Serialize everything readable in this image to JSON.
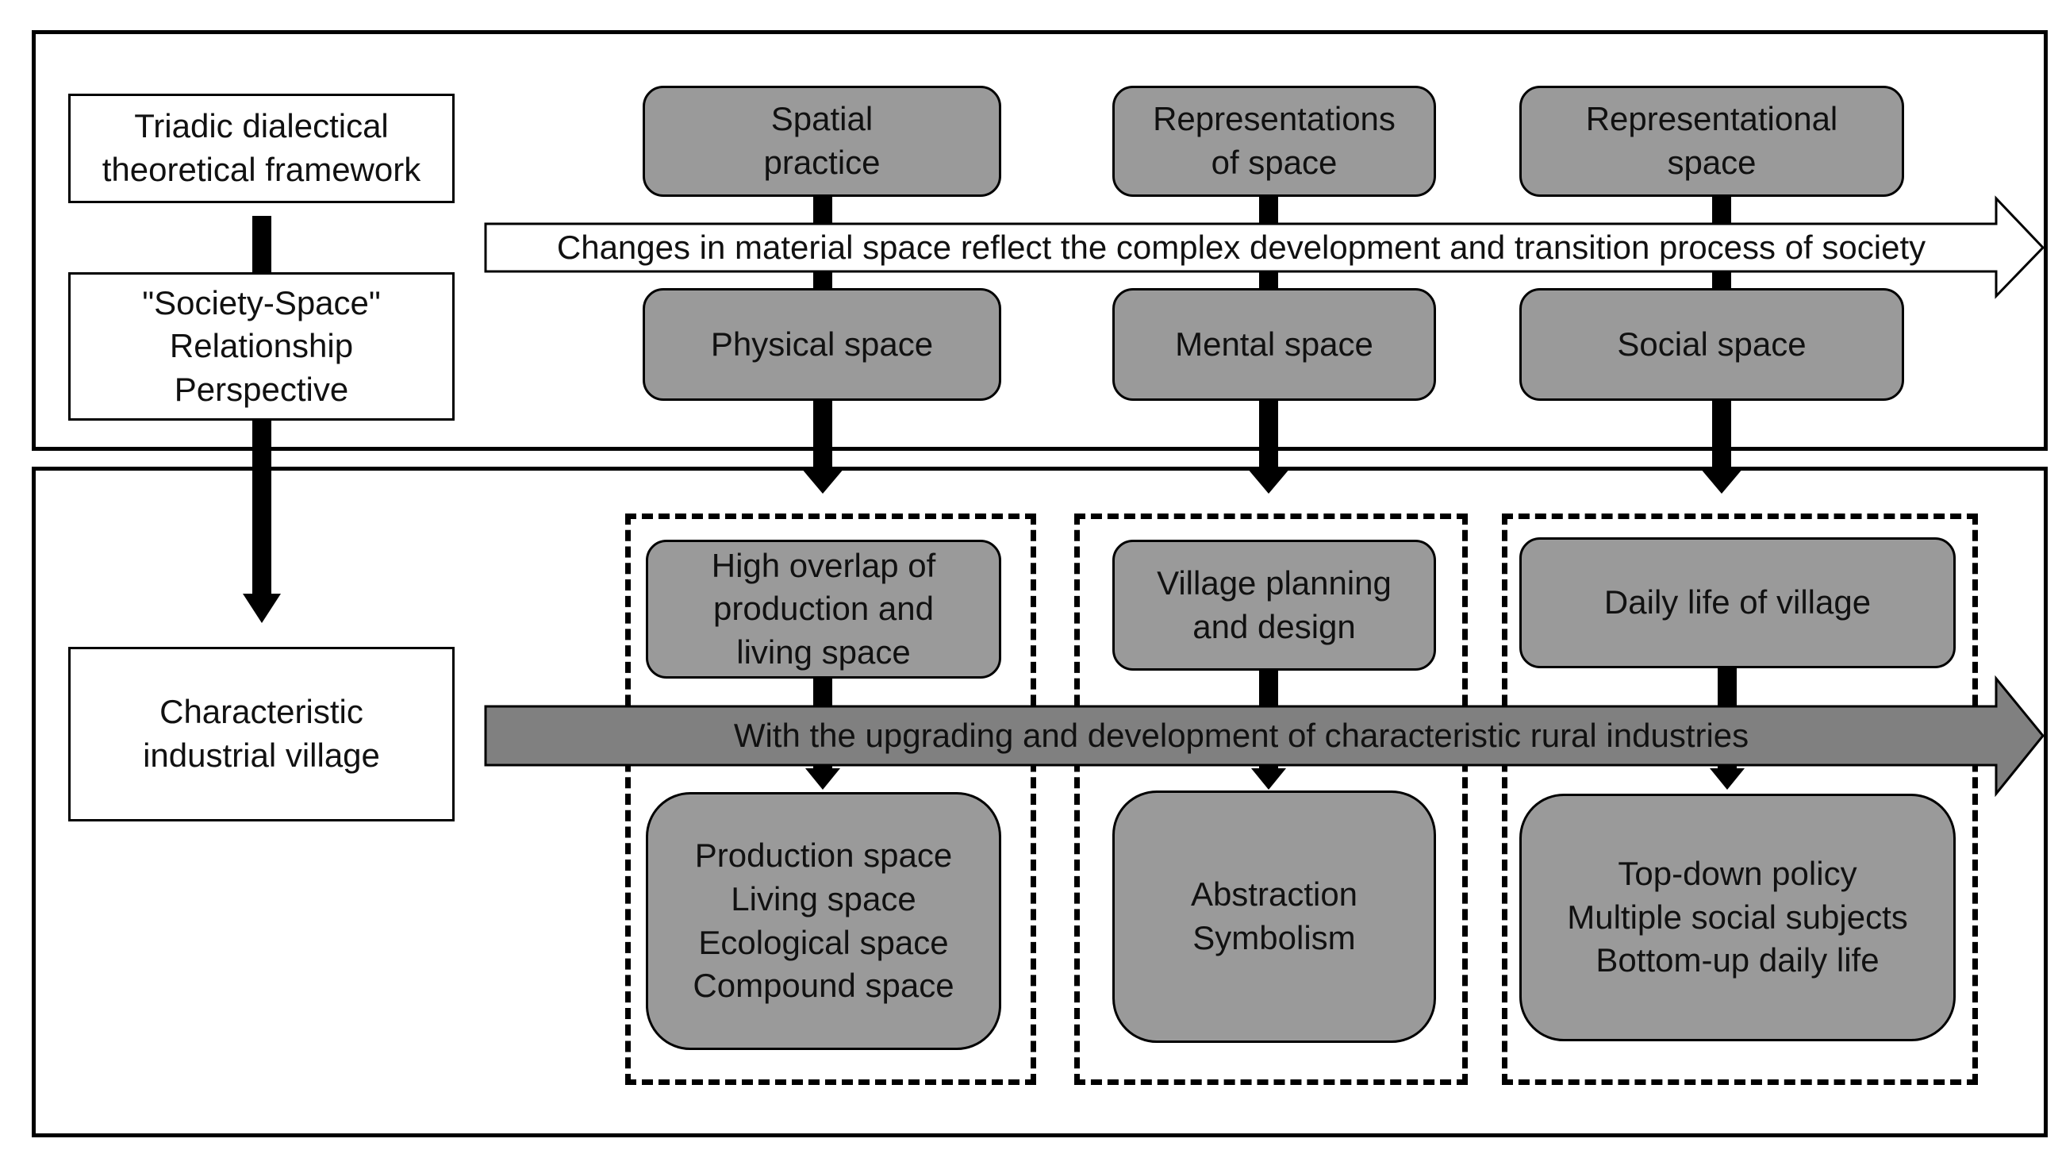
{
  "left_column": {
    "framework": "Triadic dialectical\ntheoretical framework",
    "perspective": "\"Society-Space\"\nRelationship\nPerspective",
    "village": "Characteristic\nindustrial village"
  },
  "triad": {
    "spatial_practice": "Spatial\npractice",
    "representations_of_space": "Representations\nof space",
    "representational_space": "Representational\nspace"
  },
  "upper_arrow_text": "Changes in material space reflect the complex development and transition process of society",
  "spaces": {
    "physical": "Physical space",
    "mental": "Mental space",
    "social": "Social space"
  },
  "lower_arrow_text": "With the upgrading and development of characteristic rural industries",
  "village_aspects": {
    "overlap": "High overlap of\nproduction and\nliving space",
    "planning": "Village planning\nand design",
    "daily_life": "Daily life of village"
  },
  "outcomes": {
    "physical": "Production space\nLiving space\nEcological space\nCompound space",
    "mental": "Abstraction\nSymbolism",
    "social": "Top-down policy\nMultiple social subjects\nBottom-up daily life"
  },
  "colors": {
    "box_fill": "#9a9a9a",
    "lower_arrow_fill": "#808080",
    "upper_arrow_fill": "#ffffff",
    "line": "#000000"
  }
}
